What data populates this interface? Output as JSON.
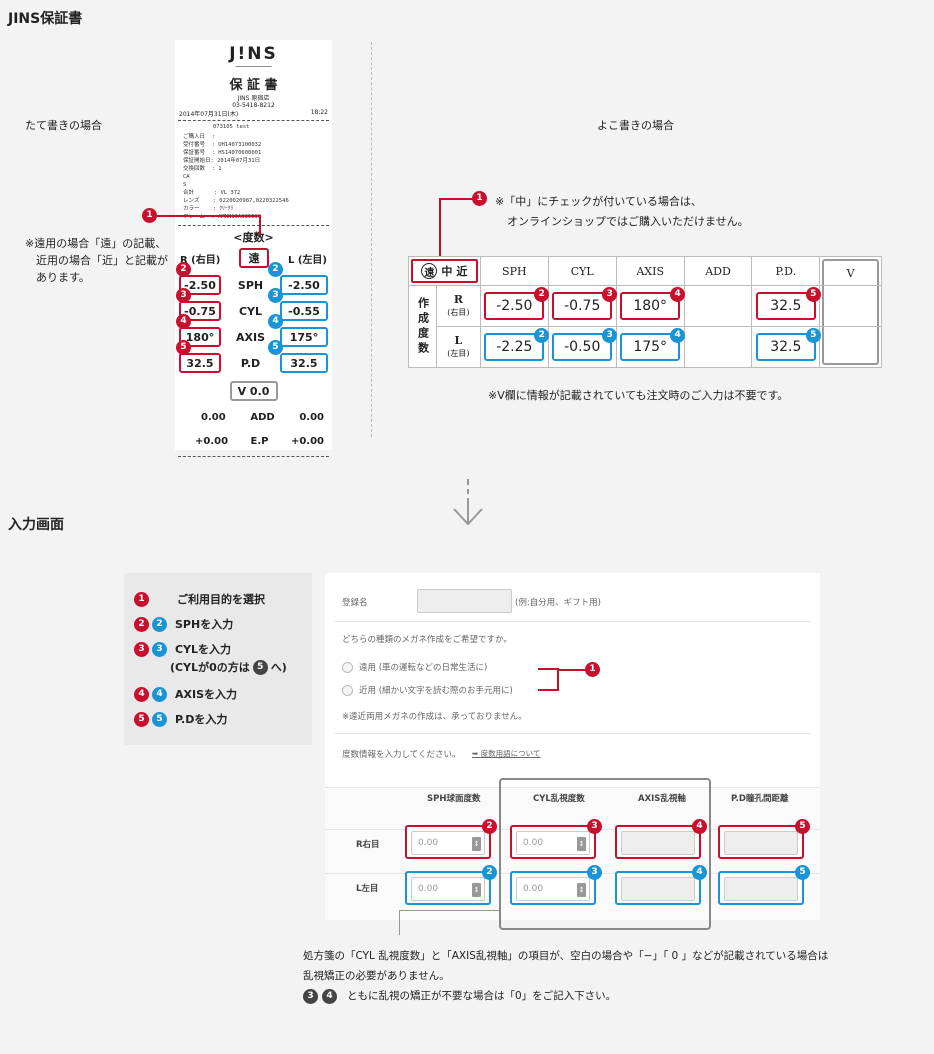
{
  "section1_title": "JINS保証書",
  "vertical_label": "たて書きの場合",
  "horizontal_label": "よこ書きの場合",
  "vertical_note": [
    "※遠用の場合「遠」の記載、",
    "近用の場合「近」と記載が",
    "あります。"
  ],
  "receipt": {
    "logo": "J!NS",
    "title": "保 証 書",
    "store": "JINS 原宿店",
    "phone": "03-5418-8212",
    "date": "2014年07月31日(木)",
    "time": "18:22",
    "lines": [
      "073105 test",
      "ご購入日  :",
      "受付番号  : UH14073100032",
      "保証番号  : HS14070600001",
      "保証開始日: 2014年07月31日",
      "交換回数  : 1",
      "CA",
      "S",
      "合計      : VL 372",
      "レンズ    : 0220020987,0220322546",
      "カラー    : ｸﾘｰｸﾘ",
      "フレーム  : AMNN13A385E96"
    ],
    "degree_header": "<度数>",
    "r_label": "R (右目)",
    "far": "遠",
    "l_label": "L (左目)",
    "rows": [
      {
        "key": "SPH",
        "r": "-2.50",
        "l": "-2.50",
        "num": "2"
      },
      {
        "key": "CYL",
        "r": "-0.75",
        "l": "-0.55",
        "num": "3"
      },
      {
        "key": "AXIS",
        "r": "180°",
        "l": "175°",
        "num": "4"
      },
      {
        "key": "P.D",
        "r": "32.5",
        "l": "32.5",
        "num": "5"
      }
    ],
    "v": "V 0.0",
    "add_row": {
      "r": "0.00",
      "key": "ADD",
      "l": "0.00"
    },
    "ep_row": {
      "r": "+0.00",
      "key": "E.P",
      "l": "+0.00"
    }
  },
  "horizontal": {
    "note1": "※「中」にチェックが付いている場合は、",
    "note2": "オンラインショップではご購入いただけません。",
    "far": "遠",
    "mid": "中",
    "near": "近",
    "headers": [
      "SPH",
      "CYL",
      "AXIS",
      "ADD",
      "P.D.",
      "V"
    ],
    "side_label": "作成度数",
    "r_label": "R",
    "r_sub": "(右目)",
    "l_label": "L",
    "l_sub": "(左目)",
    "r_values": [
      "-2.50",
      "-0.75",
      "180°",
      "",
      "32.5"
    ],
    "l_values": [
      "-2.25",
      "-0.50",
      "175°",
      "",
      "32.5"
    ],
    "footnote": "※V欄に情報が記載されていても注文時のご入力は不要です。"
  },
  "section2_title": "入力画面",
  "steps": [
    {
      "nums": [
        "1"
      ],
      "text": "ご利用目的を選択"
    },
    {
      "nums": [
        "2",
        "2"
      ],
      "text": "SPHを入力"
    },
    {
      "nums": [
        "3",
        "3"
      ],
      "text": "CYLを入力"
    },
    {
      "nums": [],
      "text_a": "(CYLが0の方は",
      "num": "5",
      "text_b": "へ)"
    },
    {
      "nums": [
        "4",
        "4"
      ],
      "text": "AXISを入力"
    },
    {
      "nums": [
        "5",
        "5"
      ],
      "text": "P.Dを入力"
    }
  ],
  "form": {
    "name_label": "登録名",
    "name_hint": "(例:自分用、ギフト用)",
    "question": "どちらの種類のメガネ作成をご希望ですか。",
    "option_far": "遠用 (車の運転などの日常生活に)",
    "option_near": "近用 (細かい文字を読む際のお手元用に)",
    "no_bifocal": "※遠近両用メガネの作成は、承っておりません。",
    "degree_prompt": "度数情報を入力してください。",
    "degree_link": "度数用語について",
    "col_headers": [
      "SPH球面度数",
      "CYL乱視度数",
      "AXIS乱視軸",
      "P.D瞳孔間距離"
    ],
    "row_r": "R右目",
    "row_l": "L左目",
    "placeholder": "0.00"
  },
  "bottom_note": {
    "line1": "処方箋の「CYL 乱視度数」と「AXIS乱視軸」の項目が、空白の場合や「−」「 0 」などが記載されている場合は",
    "line2": "乱視矯正の必要がありません。",
    "line3_num1": "3",
    "line3_num2": "4",
    "line3": "ともに乱視の矯正が不要な場合は「0」をご記入下さい。"
  },
  "colors": {
    "red": "#c8102e",
    "blue": "#1a95d4"
  }
}
